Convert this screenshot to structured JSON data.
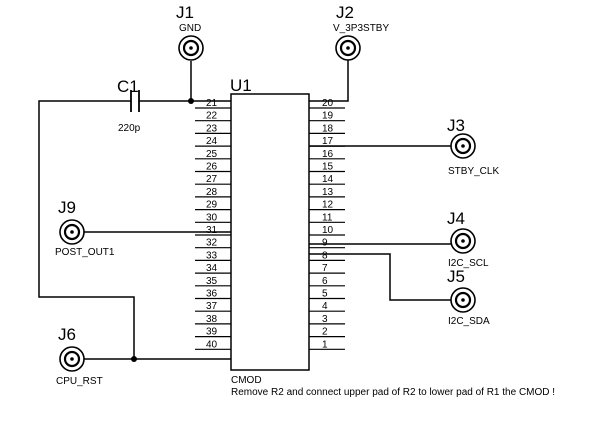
{
  "u1": {
    "ref": "U1",
    "part": "CMOD",
    "left_pins": [
      "21",
      "22",
      "23",
      "24",
      "25",
      "26",
      "27",
      "28",
      "29",
      "30",
      "31",
      "32",
      "33",
      "34",
      "35",
      "36",
      "37",
      "38",
      "39",
      "40"
    ],
    "right_pins": [
      "20",
      "19",
      "18",
      "17",
      "16",
      "15",
      "14",
      "13",
      "12",
      "11",
      "10",
      "9",
      "8",
      "7",
      "6",
      "5",
      "4",
      "3",
      "2",
      "1"
    ]
  },
  "connectors": {
    "j1": {
      "ref": "J1",
      "net": "GND"
    },
    "j2": {
      "ref": "J2",
      "net": "V_3P3STBY"
    },
    "j3": {
      "ref": "J3",
      "net": "STBY_CLK"
    },
    "j4": {
      "ref": "J4",
      "net": "I2C_SCL"
    },
    "j5": {
      "ref": "J5",
      "net": "I2C_SDA"
    },
    "j6": {
      "ref": "J6",
      "net": "CPU_RST"
    },
    "j9": {
      "ref": "J9",
      "net": "POST_OUT1"
    }
  },
  "c1": {
    "ref": "C1",
    "value": "220p"
  },
  "note": "Remove R2 and connect upper pad of R2 to lower pad of R1 the CMOD !"
}
